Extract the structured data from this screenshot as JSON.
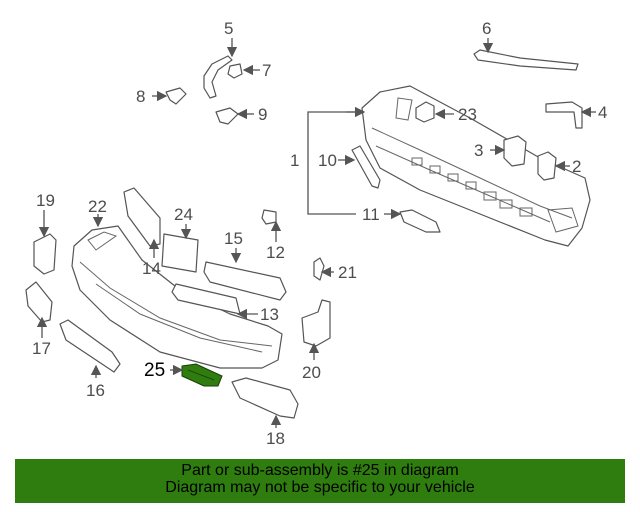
{
  "callouts": {
    "c1": "1",
    "c2": "2",
    "c3": "3",
    "c4": "4",
    "c5": "5",
    "c6": "6",
    "c7": "7",
    "c8": "8",
    "c9": "9",
    "c10": "10",
    "c11": "11",
    "c12": "12",
    "c13": "13",
    "c14": "14",
    "c15": "15",
    "c16": "16",
    "c17": "17",
    "c18": "18",
    "c19": "19",
    "c20": "20",
    "c21": "21",
    "c22": "22",
    "c23": "23",
    "c24": "24",
    "c25": "25"
  },
  "highlight": {
    "part_number": "25",
    "color": "#2e7d0e"
  },
  "footer": {
    "line1": "Part or sub-assembly is #25 in diagram",
    "line2": "Diagram may not be specific to your vehicle",
    "background": "#2e7d0e"
  }
}
